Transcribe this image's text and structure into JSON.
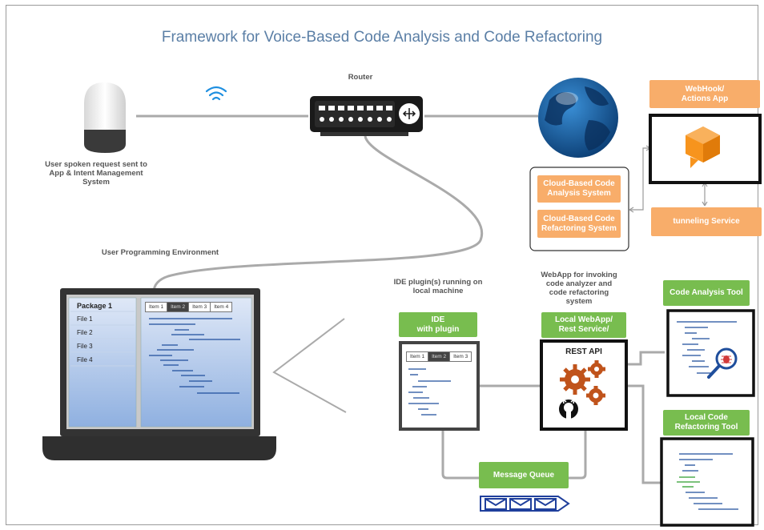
{
  "title": "Framework for Voice-Based Code Analysis and Code Refactoring",
  "labels": {
    "router": "Router",
    "user_request": "User spoken request sent to\nApp & Intent Management\nSystem",
    "user_env": "User Programming Environment",
    "ide_plugin": "IDE plugin(s) running on\nlocal machine",
    "webapp_desc": "WebApp for invoking\ncode analyzer and\ncode refactoring\nsystem"
  },
  "boxes": {
    "webhook": "WebHook/\nActions App",
    "cloud_analysis": "Cloud-Based Code\nAnalysis System",
    "cloud_refactoring": "Cloud-Based Code\nRefactoring System",
    "tunneling": "tunneling Service",
    "ide": "IDE\nwith plugin",
    "local_webapp": "Local WebApp/\nRest Service/",
    "rest_api": "REST API",
    "code_analysis_tool": "Code Analysis Tool",
    "local_refactoring_tool": "Local Code\nRefactoring Tool",
    "message_queue": "Message Queue"
  },
  "laptop": {
    "package": "Package 1",
    "files": [
      "File 1",
      "File 2",
      "File 3",
      "File 4"
    ],
    "tabs": [
      "Item 1",
      "Item 2",
      "Item 3",
      "Item 4"
    ]
  },
  "ide_tabs": [
    "Item 1",
    "Item 2",
    "Item 3"
  ],
  "colors": {
    "orange": "#f8ad6a",
    "green": "#78bd4f",
    "title": "#5b7fa6",
    "code_line": "#1f4e9c"
  }
}
